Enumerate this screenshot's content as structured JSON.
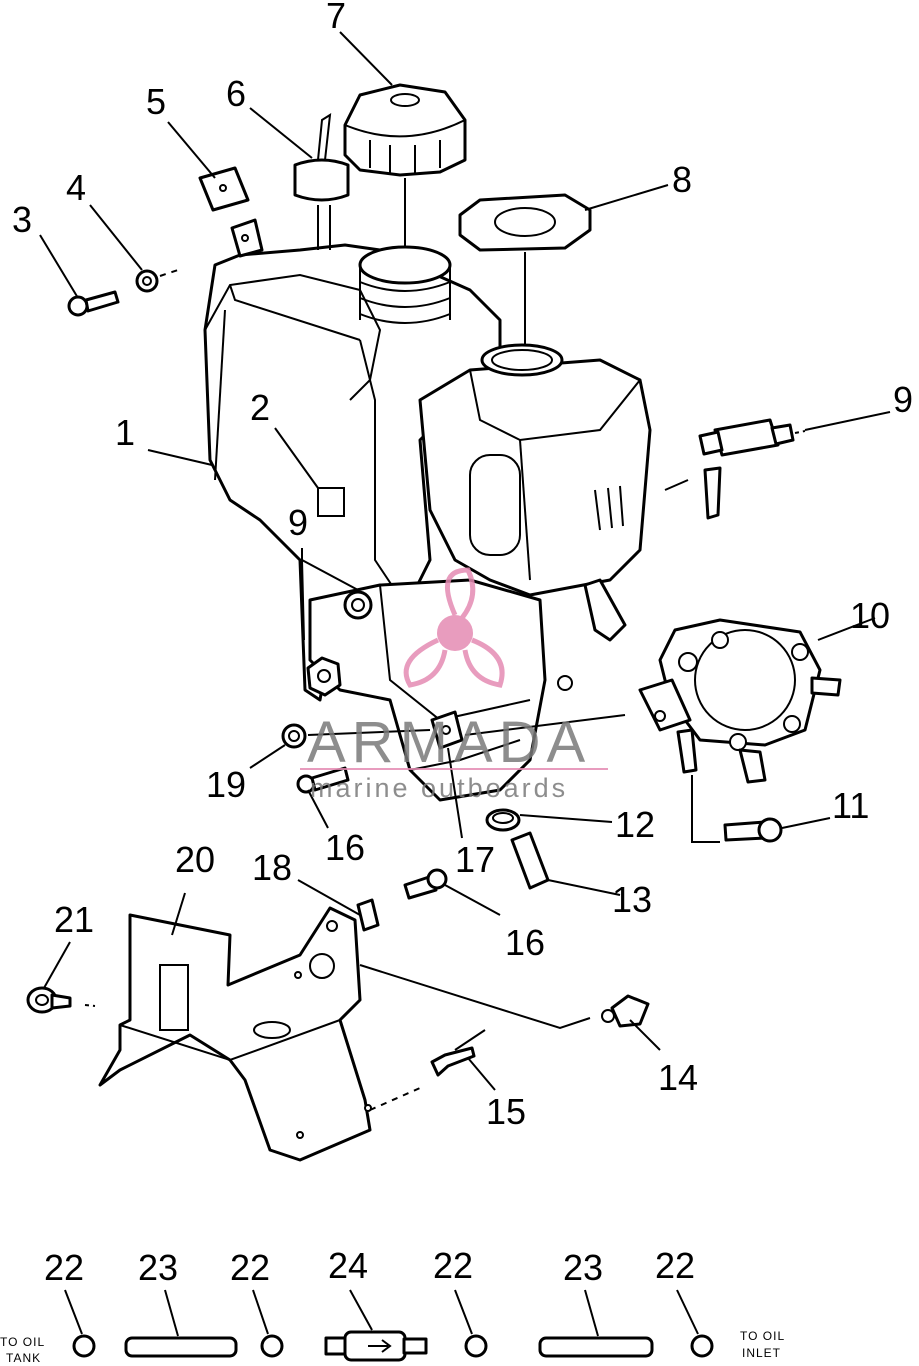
{
  "diagram": {
    "callouts": {
      "c1": "1",
      "c2": "2",
      "c3": "3",
      "c4": "4",
      "c5": "5",
      "c6": "6",
      "c7": "7",
      "c8": "8",
      "c9a": "9",
      "c9b": "9",
      "c10": "10",
      "c11": "11",
      "c12": "12",
      "c13": "13",
      "c14": "14",
      "c15": "15",
      "c16a": "16",
      "c16b": "16",
      "c17": "17",
      "c18": "18",
      "c19": "19",
      "c20": "20",
      "c21": "21",
      "c22a": "22",
      "c22b": "22",
      "c22c": "22",
      "c22d": "22",
      "c23a": "23",
      "c23b": "23",
      "c24": "24"
    },
    "hose_labels": {
      "left_line1": "TO OIL",
      "left_line2": "TANK",
      "right_line1": "TO OIL",
      "right_line2": "INLET"
    }
  },
  "watermark": {
    "brand": "ARMADA",
    "tagline": "marine outboards",
    "color": "#e58bb3",
    "text_color": "#7a7a7a"
  }
}
